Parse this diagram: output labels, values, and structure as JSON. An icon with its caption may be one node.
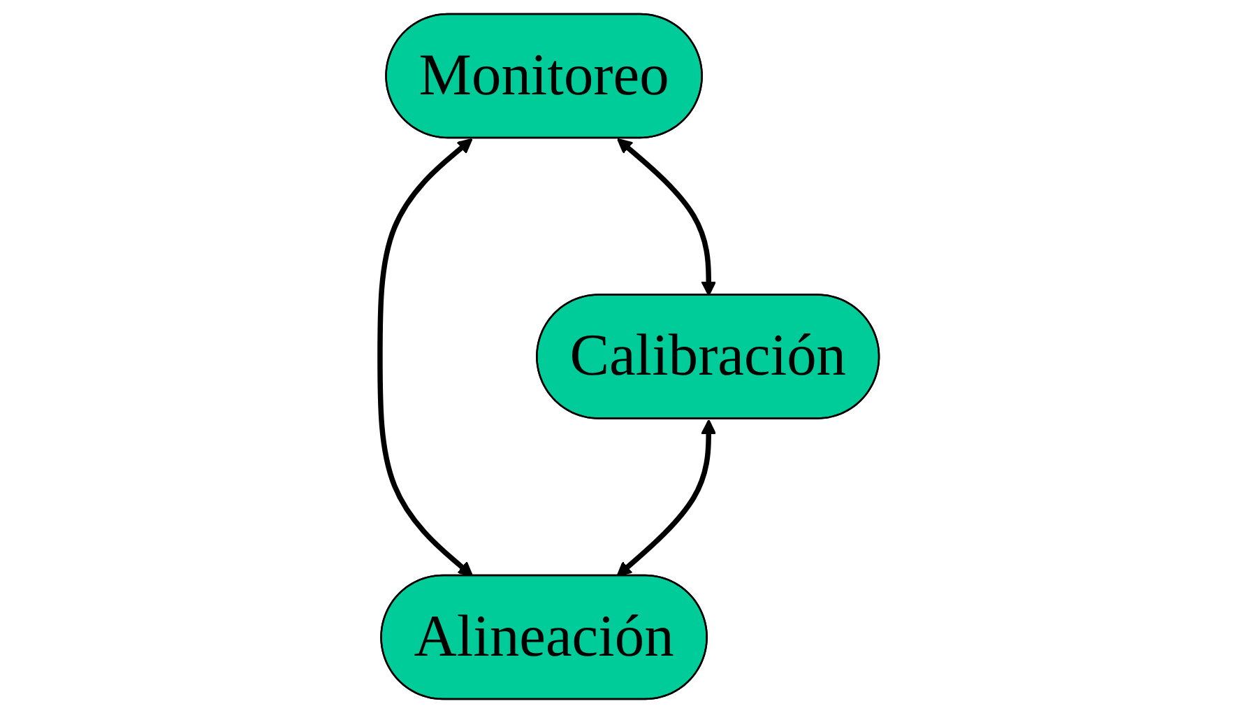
{
  "diagram": {
    "nodes": [
      {
        "text": [
          "Monitoreo"
        ]
      },
      {
        "text": [
          "Alineación"
        ]
      },
      {
        "text": [
          "Calibración"
        ]
      }
    ],
    "edges": [
      {
        "from": 0,
        "to": 1,
        "arrow": "both"
      },
      {
        "from": 0,
        "to": 2,
        "arrow": "both"
      },
      {
        "from": 2,
        "to": 1,
        "arrow": "both"
      }
    ]
  }
}
